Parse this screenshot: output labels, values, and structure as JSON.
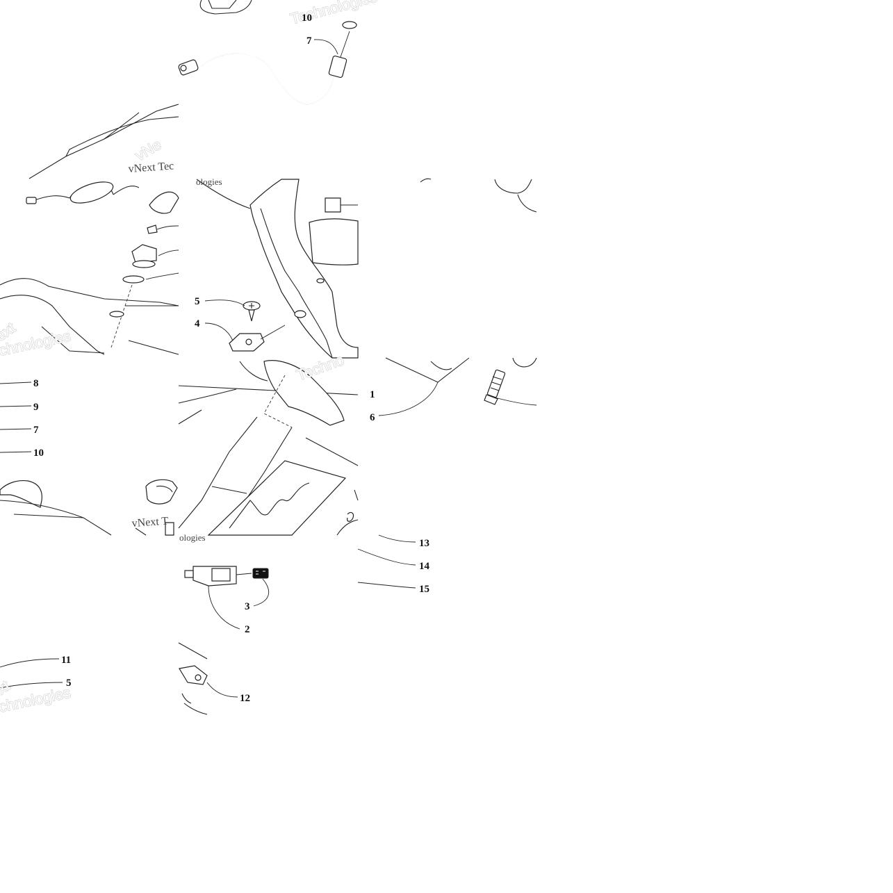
{
  "callouts": [
    {
      "text": "10",
      "id": "10a"
    },
    {
      "text": "7",
      "id": "7a"
    },
    {
      "text": "5",
      "id": "5a"
    },
    {
      "text": "4",
      "id": "4"
    },
    {
      "text": "8",
      "id": "8"
    },
    {
      "text": "9",
      "id": "9"
    },
    {
      "text": "7",
      "id": "7b"
    },
    {
      "text": "10",
      "id": "10b"
    },
    {
      "text": "1",
      "id": "1"
    },
    {
      "text": "6",
      "id": "6"
    },
    {
      "text": "13",
      "id": "13"
    },
    {
      "text": "14",
      "id": "14"
    },
    {
      "text": "15",
      "id": "15"
    },
    {
      "text": "3",
      "id": "3"
    },
    {
      "text": "2",
      "id": "2"
    },
    {
      "text": "11",
      "id": "11"
    },
    {
      "text": "5",
      "id": "5b"
    },
    {
      "text": "12",
      "id": "12"
    }
  ],
  "watermarks": [
    "Technologies",
    "vNext Tec",
    "vNe",
    "ologies",
    "ext",
    "chnologies",
    "Techno",
    "vNext T",
    "ologies",
    "xt",
    "chnologies"
  ]
}
